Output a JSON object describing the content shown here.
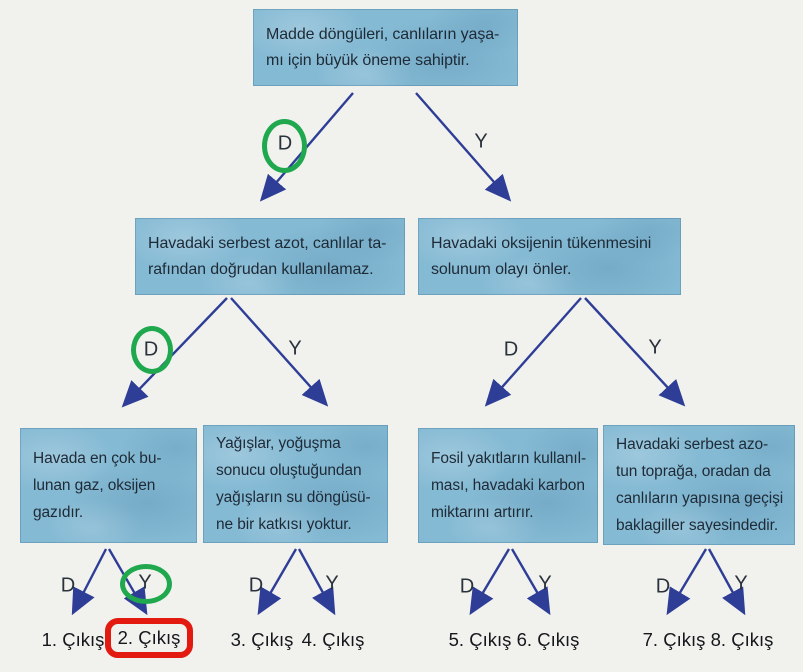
{
  "colors": {
    "background": "#f1f2ee",
    "box_fill": "#85bad4",
    "box_text": "#1e2a36",
    "arrow": "#2e3e97",
    "green_circle": "#1fa84e",
    "red_box": "#e21a10"
  },
  "branch_labels": {
    "d": "D",
    "y": "Y"
  },
  "nodes": {
    "root": {
      "lines": [
        "Madde döngüleri, canlıların yaşa-",
        "mı için büyük öneme sahiptir."
      ]
    },
    "azot": {
      "lines": [
        "Havadaki serbest azot, canlılar ta-",
        "rafından doğrudan kullanılamaz."
      ]
    },
    "oksijen": {
      "lines": [
        "Havadaki  oksijenin  tükenmesini",
        "solunum olayı önler."
      ]
    },
    "leaf1": {
      "lines": [
        "Havada en çok bu-",
        "lunan gaz, oksijen",
        "gazıdır."
      ]
    },
    "leaf2": {
      "lines": [
        "Yağışlar, yoğuşma",
        "sonucu oluştuğundan",
        "yağışların su döngüsü-",
        "ne bir katkısı yoktur."
      ]
    },
    "leaf3": {
      "lines": [
        "Fosil yakıtların kullanıl-",
        "ması, havadaki karbon",
        "miktarını artırır."
      ]
    },
    "leaf4": {
      "lines": [
        "Havadaki serbest azo-",
        "tun toprağa, oradan da",
        "canlıların yapısına geçişi",
        "baklagiller sayesindedir."
      ]
    }
  },
  "exits": [
    "1. Çıkış",
    "2. Çıkış",
    "3. Çıkış",
    "4. Çıkış",
    "5. Çıkış",
    "6. Çıkış",
    "7. Çıkış",
    "8. Çıkış"
  ],
  "annotations": {
    "green_circled_labels": [
      "root-branch-d",
      "azot-branch-d",
      "leaf1-branch-y"
    ],
    "red_boxed_exit": "2. Çıkış"
  }
}
